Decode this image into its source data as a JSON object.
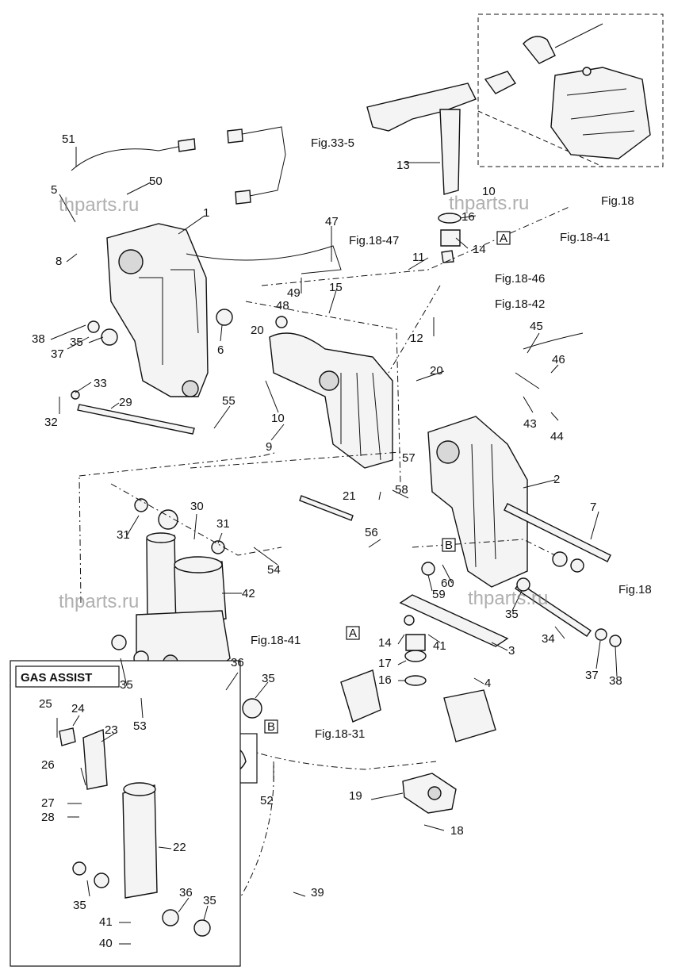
{
  "watermark": "thparts.ru",
  "inset": {
    "title": "GAS ASSIST"
  },
  "refs": {
    "fig_33_5": "Fig.33-5",
    "fig_18": "Fig.18",
    "fig_18_41": "Fig.18-41",
    "fig_18_46": "Fig.18-46",
    "fig_18_42": "Fig.18-42",
    "fig_18_47": "Fig.18-47",
    "fig_18_31": "Fig.18-31"
  },
  "markers": {
    "a": "A",
    "b": "B"
  },
  "callouts": [
    {
      "id": "c51",
      "text": "51"
    },
    {
      "id": "c50",
      "text": "50"
    },
    {
      "id": "c5",
      "text": "5"
    },
    {
      "id": "c1",
      "text": "1"
    },
    {
      "id": "c8",
      "text": "8"
    },
    {
      "id": "c47",
      "text": "47"
    },
    {
      "id": "c49",
      "text": "49"
    },
    {
      "id": "c48",
      "text": "48"
    },
    {
      "id": "c15",
      "text": "15"
    },
    {
      "id": "c11",
      "text": "11"
    },
    {
      "id": "c38a",
      "text": "38"
    },
    {
      "id": "c37a",
      "text": "37"
    },
    {
      "id": "c35a",
      "text": "35"
    },
    {
      "id": "c6",
      "text": "6"
    },
    {
      "id": "c20a",
      "text": "20"
    },
    {
      "id": "c12",
      "text": "12"
    },
    {
      "id": "c13",
      "text": "13"
    },
    {
      "id": "c10a",
      "text": "10"
    },
    {
      "id": "c16a",
      "text": "16"
    },
    {
      "id": "c14a",
      "text": "14"
    },
    {
      "id": "c45",
      "text": "45"
    },
    {
      "id": "c46",
      "text": "46"
    },
    {
      "id": "c33",
      "text": "33"
    },
    {
      "id": "c32",
      "text": "32"
    },
    {
      "id": "c29",
      "text": "29"
    },
    {
      "id": "c55",
      "text": "55"
    },
    {
      "id": "c10b",
      "text": "10"
    },
    {
      "id": "c20b",
      "text": "20"
    },
    {
      "id": "c9",
      "text": "9"
    },
    {
      "id": "c43",
      "text": "43"
    },
    {
      "id": "c44",
      "text": "44"
    },
    {
      "id": "c57",
      "text": "57"
    },
    {
      "id": "c58",
      "text": "58"
    },
    {
      "id": "c21",
      "text": "21"
    },
    {
      "id": "c2",
      "text": "2"
    },
    {
      "id": "c7",
      "text": "7"
    },
    {
      "id": "c30",
      "text": "30"
    },
    {
      "id": "c31a",
      "text": "31"
    },
    {
      "id": "c31b",
      "text": "31"
    },
    {
      "id": "c56",
      "text": "56"
    },
    {
      "id": "c54",
      "text": "54"
    },
    {
      "id": "c42",
      "text": "42"
    },
    {
      "id": "c59",
      "text": "59"
    },
    {
      "id": "c60",
      "text": "60"
    },
    {
      "id": "c35b",
      "text": "35"
    },
    {
      "id": "c34",
      "text": "34"
    },
    {
      "id": "c14b",
      "text": "14"
    },
    {
      "id": "c41a",
      "text": "41"
    },
    {
      "id": "c3",
      "text": "3"
    },
    {
      "id": "c17",
      "text": "17"
    },
    {
      "id": "c16b",
      "text": "16"
    },
    {
      "id": "c4",
      "text": "4"
    },
    {
      "id": "c37b",
      "text": "37"
    },
    {
      "id": "c38b",
      "text": "38"
    },
    {
      "id": "c36a",
      "text": "36"
    },
    {
      "id": "c35c",
      "text": "35"
    },
    {
      "id": "c35d",
      "text": "35"
    },
    {
      "id": "c53",
      "text": "53"
    },
    {
      "id": "c25",
      "text": "25"
    },
    {
      "id": "c24",
      "text": "24"
    },
    {
      "id": "c23",
      "text": "23"
    },
    {
      "id": "c26",
      "text": "26"
    },
    {
      "id": "c27",
      "text": "27"
    },
    {
      "id": "c28",
      "text": "28"
    },
    {
      "id": "c22",
      "text": "22"
    },
    {
      "id": "c52",
      "text": "52"
    },
    {
      "id": "c19",
      "text": "19"
    },
    {
      "id": "c18",
      "text": "18"
    },
    {
      "id": "c39",
      "text": "39"
    },
    {
      "id": "c35e",
      "text": "35"
    },
    {
      "id": "c36b",
      "text": "36"
    },
    {
      "id": "c35f",
      "text": "35"
    },
    {
      "id": "c41b",
      "text": "41"
    },
    {
      "id": "c40",
      "text": "40"
    }
  ]
}
